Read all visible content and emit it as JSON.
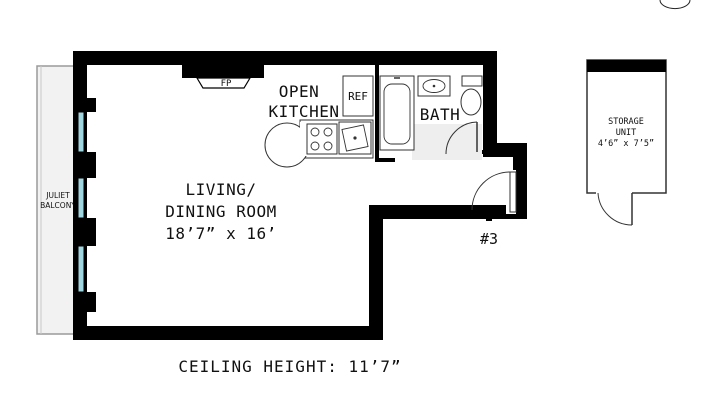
{
  "plan": {
    "living_label_1": "LIVING/",
    "living_label_2": "DINING ROOM",
    "living_dims": "18’7” x 16’",
    "kitchen_label_1": "OPEN",
    "kitchen_label_2": "KITCHEN",
    "ref_label": "REF",
    "fp_label": "FP",
    "bath_label": "BATH",
    "balcony_label_1": "JULIET",
    "balcony_label_2": "BALCONY",
    "storage_label_1": "STORAGE",
    "storage_label_2": "UNIT",
    "storage_dims": "4’6” x 7’5”",
    "unit_number": "#3",
    "ceiling_height": "CEILING HEIGHT: 11’7”",
    "colors": {
      "wall": "#000000",
      "window": "#9fd6e0",
      "balcony_fill": "#f2f2f2",
      "tile": "#eeeeee"
    }
  }
}
